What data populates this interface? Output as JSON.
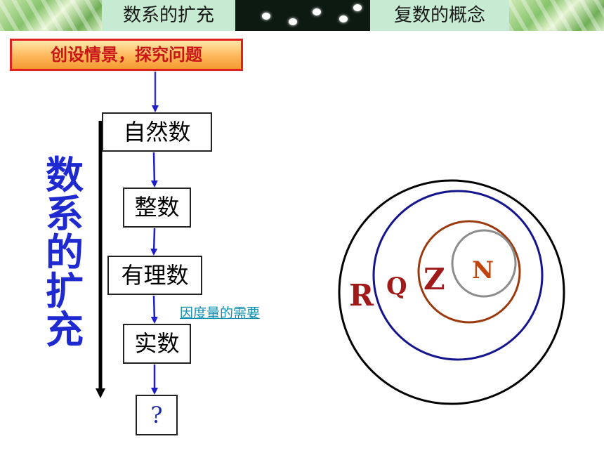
{
  "header": {
    "left_title": "数系的扩充",
    "right_title": "复数的概念"
  },
  "intro_label": "创设情景，探究问题",
  "vertical_title": [
    "数",
    "系",
    "的",
    "扩",
    "充"
  ],
  "flow": {
    "natural": "自然数",
    "integer": "整数",
    "rational": "有理数",
    "real": "实数",
    "unknown": "?"
  },
  "link_text": "因度量的需要",
  "venn": {
    "labels": {
      "R": "R",
      "Q": "Q",
      "Z": "Z",
      "N": "N"
    },
    "colors": {
      "R": "#000000",
      "Q": "#14148c",
      "Z": "#9b3a0f",
      "N": "#8c8c8c",
      "label": "#a11a1a",
      "label_n": "#c0440c"
    }
  },
  "colors": {
    "arrow": "#1e1ec8",
    "vertical_title": "#1e2ad0",
    "intro_text": "#c81515",
    "intro_border": "#e02020",
    "link": "#0e8fb0"
  }
}
